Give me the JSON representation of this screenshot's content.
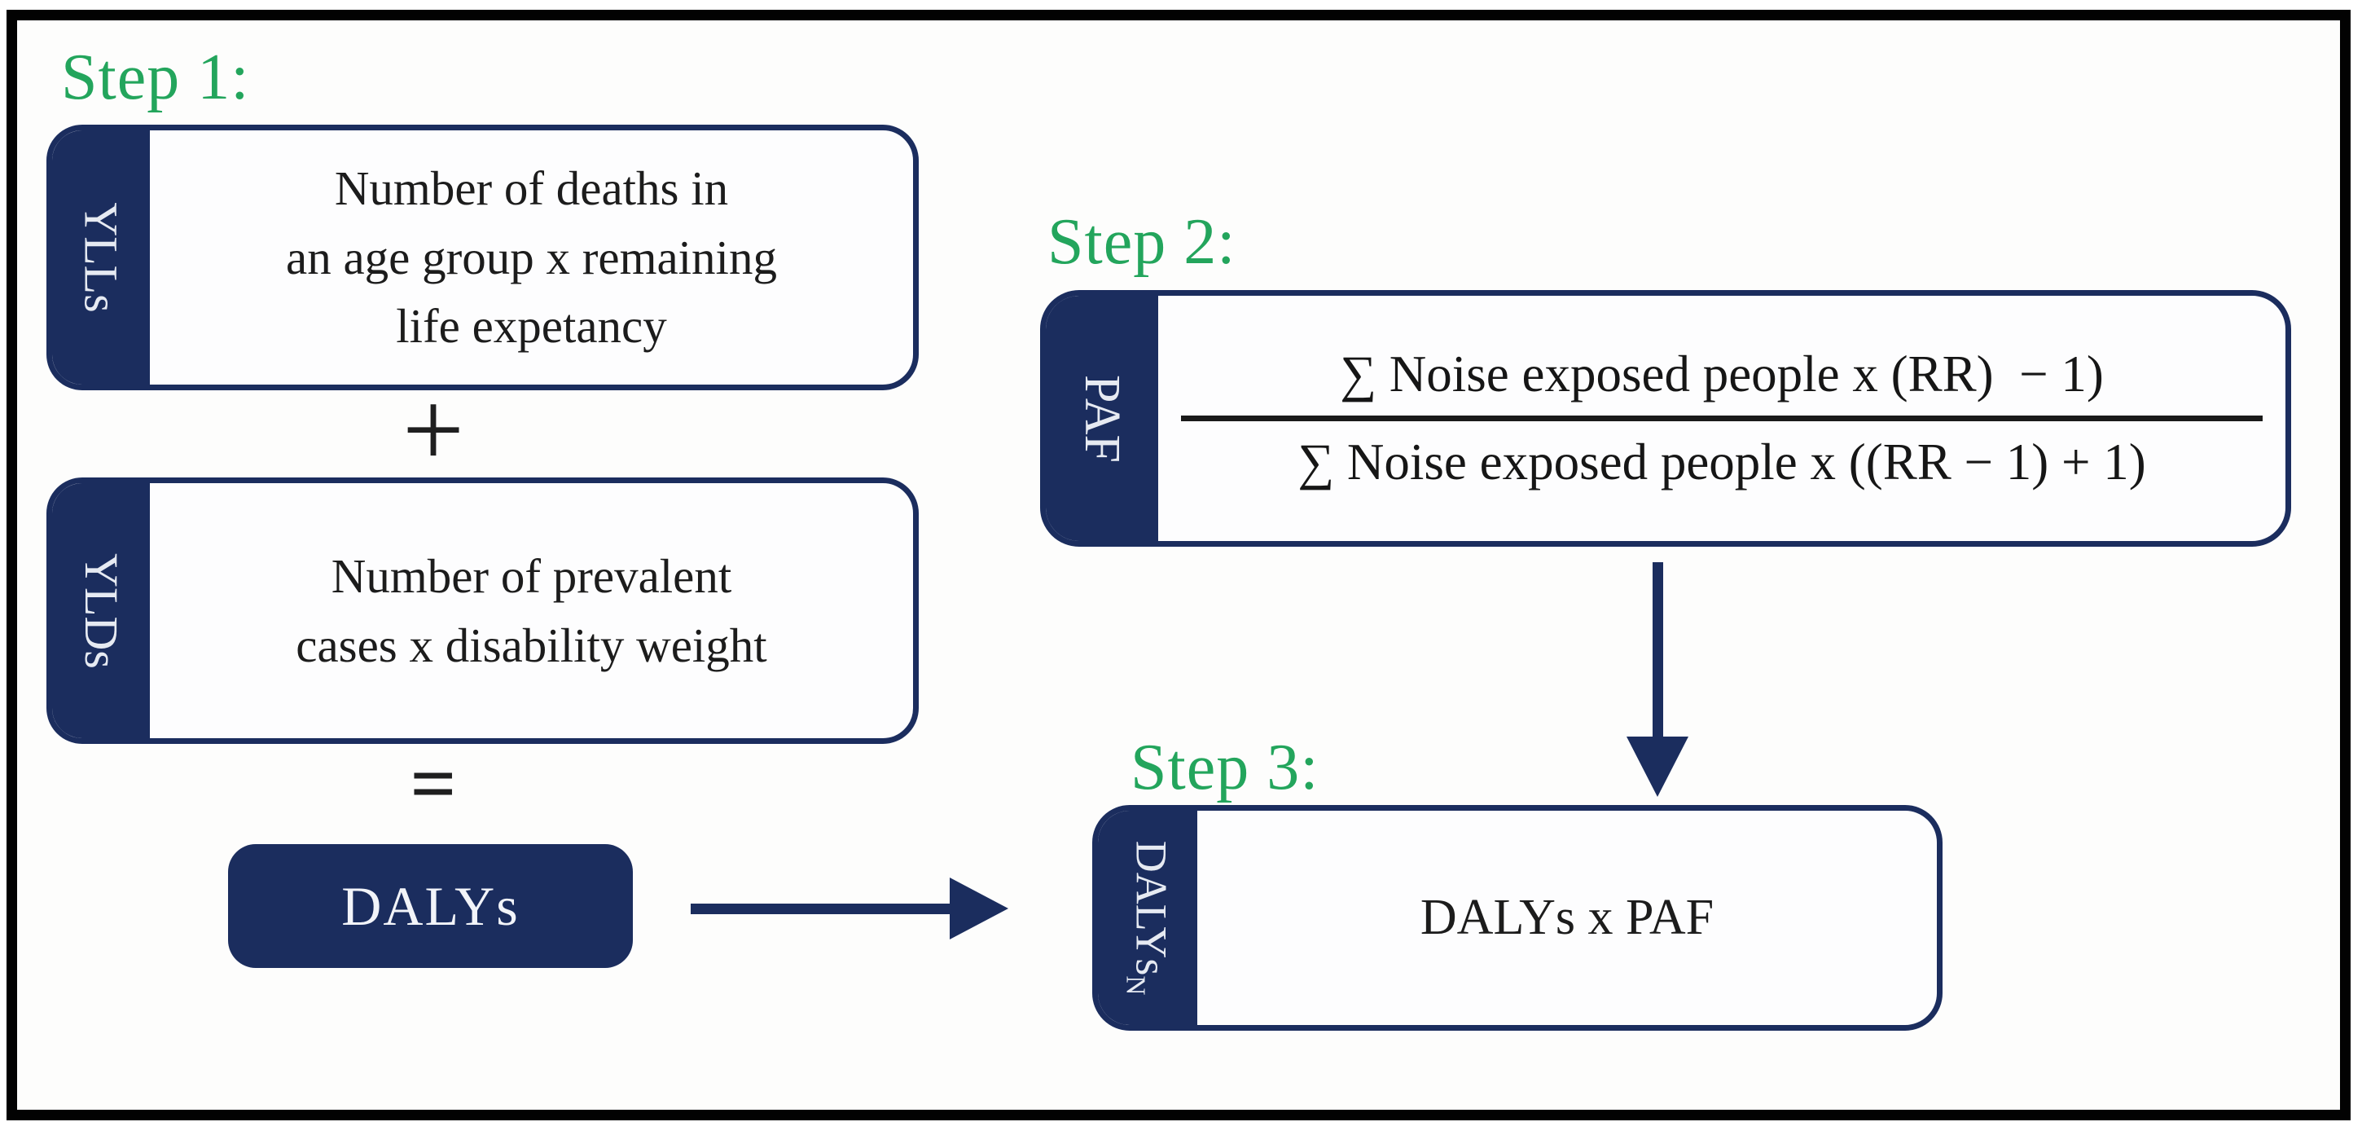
{
  "step1_label": "Step 1:",
  "step2_label": "Step 2:",
  "step3_label": "Step 3:",
  "ylls": {
    "tab": "YLLs",
    "lines": [
      "Number of deaths in",
      "an age group x remaining",
      "life expetancy"
    ]
  },
  "ylds": {
    "tab": "YLDs",
    "lines": [
      "Number of prevalent",
      "cases x disability weight"
    ]
  },
  "plus": "+",
  "equals": "=",
  "dalys_box": {
    "label": "DALYs"
  },
  "paf": {
    "tab": "PAF",
    "numerator": "∑ Noise exposed people x (RR)  − 1)",
    "denominator": "∑ Noise exposed people x ((RR − 1) + 1)"
  },
  "step3_box": {
    "tab_base": "DALYs",
    "tab_sub": "N",
    "text": "DALYs x PAF"
  },
  "colors": {
    "navy": "#1b2d5e",
    "green": "#23a55c",
    "frame_black": "#020202"
  }
}
